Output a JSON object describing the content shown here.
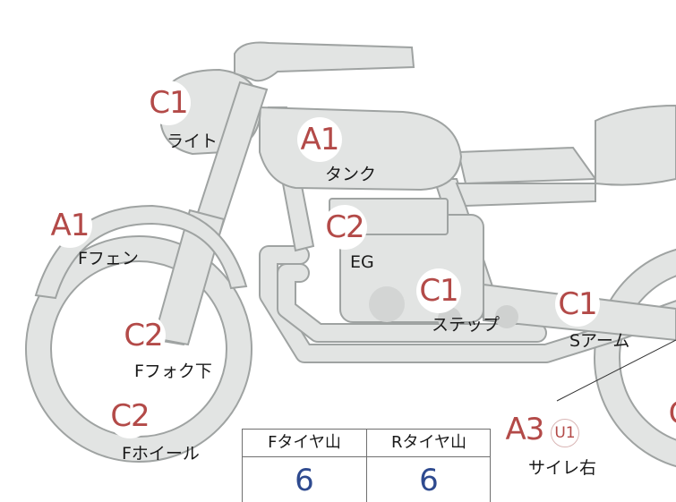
{
  "parts": [
    {
      "id": "light",
      "grade": "C1",
      "label": "ライト"
    },
    {
      "id": "tank",
      "grade": "A1",
      "label": "タンク"
    },
    {
      "id": "f-fender",
      "grade": "A1",
      "label": "Fフェン"
    },
    {
      "id": "engine",
      "grade": "C2",
      "label": "EG"
    },
    {
      "id": "step",
      "grade": "C1",
      "label": "ステップ"
    },
    {
      "id": "s-arm",
      "grade": "C1",
      "label": "Sアーム"
    },
    {
      "id": "f-fork-lower",
      "grade": "C2",
      "label": "Fフォク下"
    },
    {
      "id": "f-wheel",
      "grade": "C2",
      "label": "Fホイール"
    },
    {
      "id": "muffler-right",
      "grade": "A3",
      "subgrade": "U1",
      "label": "サイレ右"
    },
    {
      "id": "right-edge",
      "grade": "C"
    }
  ],
  "tread_table": {
    "front_header": "Fタイヤ山",
    "front_value": "6",
    "rear_header": "Rタイヤ山",
    "rear_value": "6"
  },
  "colors": {
    "body_fill": "#e2e4e3",
    "outline": "#9fa3a2",
    "grade_text": "#b34a48",
    "value_text": "#2e4a8f"
  }
}
